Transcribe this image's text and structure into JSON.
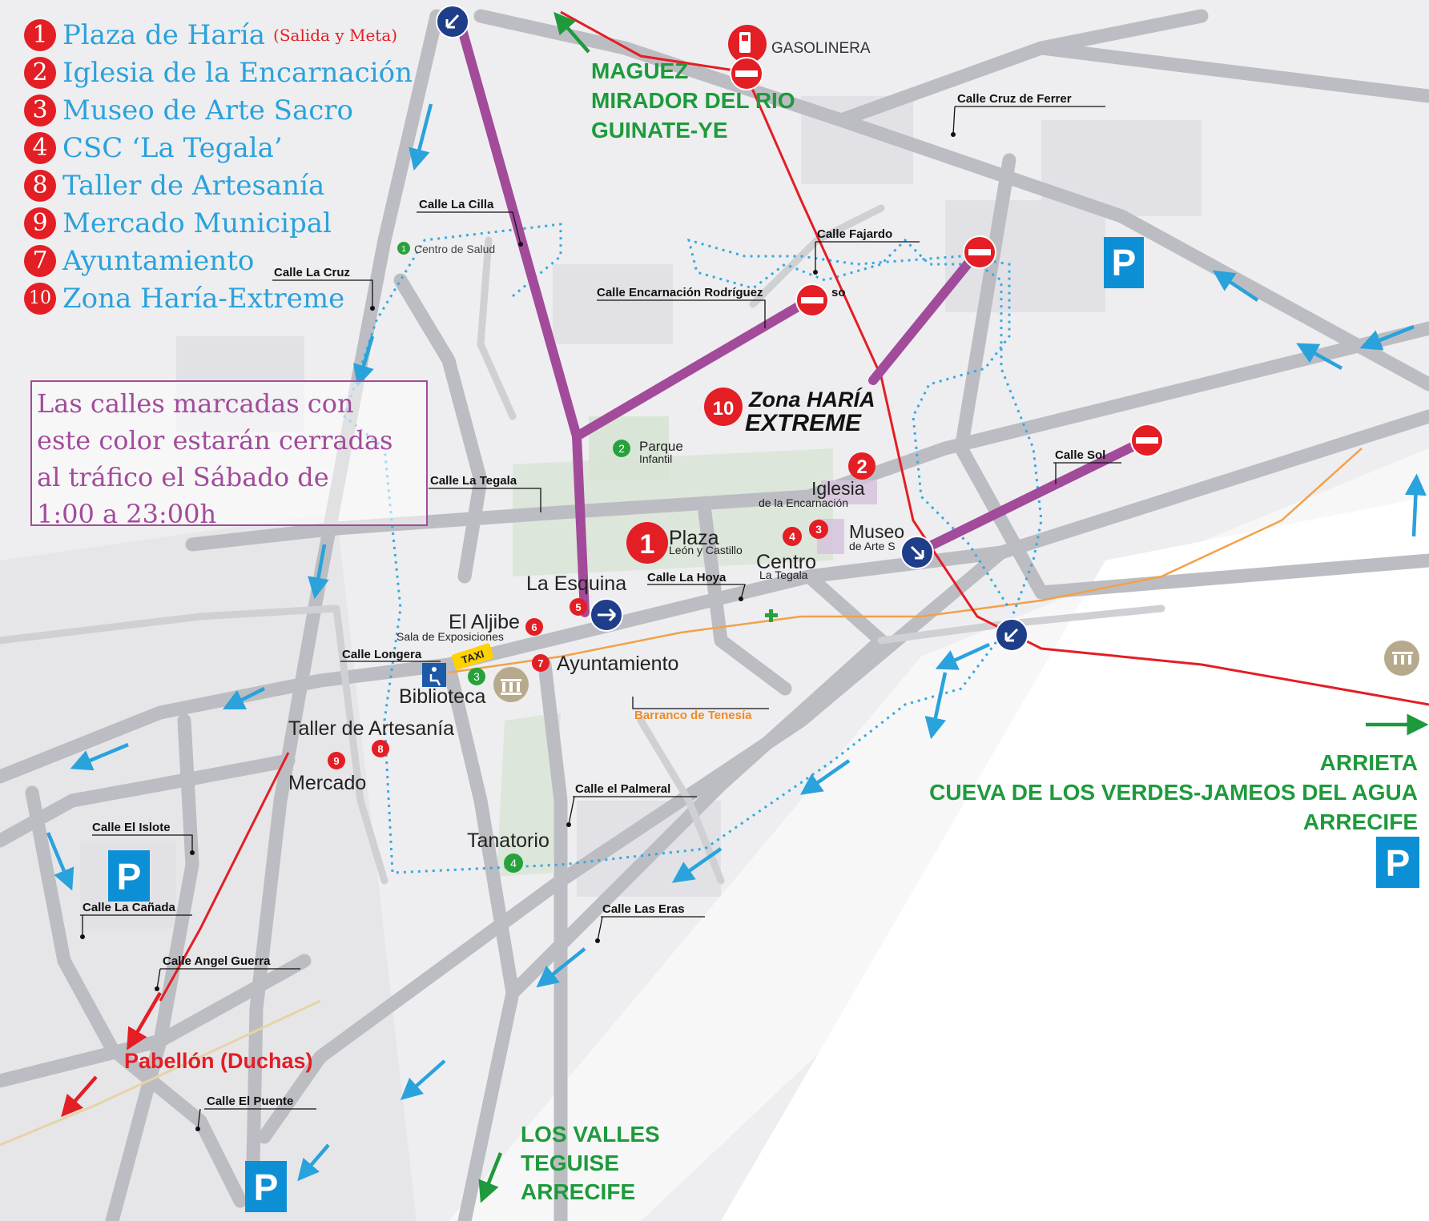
{
  "legend": [
    {
      "num": "1",
      "name": "Plaza de Haría",
      "note": "(Salida y Meta)"
    },
    {
      "num": "2",
      "name": "Iglesia de la Encarnación"
    },
    {
      "num": "3",
      "name": "Museo de Arte Sacro"
    },
    {
      "num": "4",
      "name": "CSC ‘La Tegala’"
    },
    {
      "num": "8",
      "name": "Taller de Artesanía"
    },
    {
      "num": "9",
      "name": "Mercado Municipal"
    },
    {
      "num": "7",
      "name": "Ayuntamiento"
    },
    {
      "num": "10",
      "name": "Zona Haría-Extreme"
    }
  ],
  "notice": {
    "line1": "Las calles marcadas con",
    "line2": "este color estarán cerradas",
    "line3": "al tráfico el Sábado de",
    "line4": "1:00 a 23:00h"
  },
  "streets": {
    "cilla": "Calle La Cilla",
    "cruz": "Calle La Cruz",
    "encarnacion": "Calle Encarnación Rodríguez",
    "encarnacion_tail": "so",
    "fajardo": "Calle Fajardo",
    "cruz_ferrer": "Calle Cruz de Ferrer",
    "tegala": "Calle La Tegala",
    "sol": "Calle Sol",
    "hoya": "Calle  La Hoya",
    "longera": "Calle Longera",
    "palmeral": "Calle el Palmeral",
    "islote": "Calle El Islote",
    "canada": "Calle La Cañada",
    "angel_guerra": "Calle Angel Guerra",
    "eras": "Calle Las Eras",
    "puente": "Calle El Puente",
    "barranco": "Barranco de Tenesía"
  },
  "places": {
    "gasolinera": "GASOLINERA",
    "centro_salud": "Centro de Salud",
    "parque": "Parque",
    "parque2": "Infantil",
    "iglesia": "Iglesia",
    "iglesia2": "de la Encarnación",
    "museo": "Museo",
    "museo2": "de Arte S",
    "plaza": "Plaza",
    "plaza2": "León y Castillo",
    "centro": "Centro",
    "centro2": "La Tegala",
    "esquina": "La Esquina",
    "aljibe": "El Aljibe",
    "aljibe2": "Sala de Exposiciones",
    "ayuntamiento": "Ayuntamiento",
    "biblioteca": "Biblioteca",
    "taller": "Taller de Artesanía",
    "mercado": "Mercado",
    "tanatorio": "Tanatorio",
    "pabellon": "Pabellón (Duchas)",
    "taxi": "TAXI",
    "zona1": "Zona HARÍA",
    "zona2": "EXTREME",
    "parking": "P"
  },
  "badges": {
    "b1": "1",
    "b2": "2",
    "b3": "3",
    "b4": "4",
    "b5": "5",
    "b6": "6",
    "b7": "7",
    "b8": "8",
    "b9": "9",
    "b10": "10",
    "g1": "1",
    "g2": "2",
    "g3": "3",
    "g4": "4"
  },
  "destinations": {
    "north1": "MAGUEZ",
    "north2": "MIRADOR DEL RIO",
    "north3": "GUINATE-YE",
    "east1": "ARRIETA",
    "east2": "CUEVA DE LOS VERDES-JAMEOS DEL AGUA",
    "east3": "ARRECIFE",
    "south1": "LOS VALLES",
    "south2": "TEGUISE",
    "south3": "ARRECIFE"
  }
}
